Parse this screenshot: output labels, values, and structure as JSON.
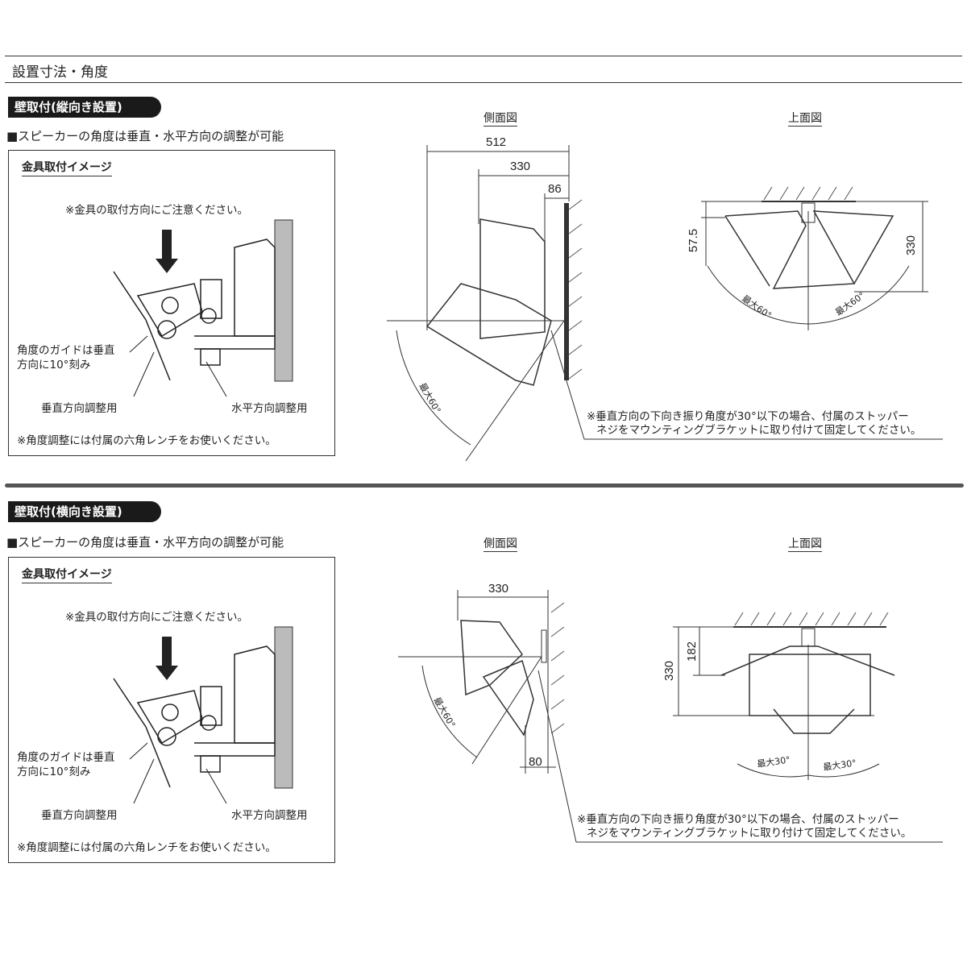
{
  "page_title": "設置寸法・角度",
  "sections": [
    {
      "heading": "壁取付(縦向き設置)",
      "note": "■スピーカーの角度は垂直・水平方向の調整が可能",
      "image_box": {
        "title": "金具取付イメージ",
        "caution": "※金具の取付方向にご注意ください。",
        "guide_line1": "角度のガイドは垂直",
        "guide_line2": "方向に10°刻み",
        "vertical_label": "垂直方向調整用",
        "horizontal_label": "水平方向調整用",
        "wrench_note": "※角度調整には付属の六角レンチをお使いください。"
      },
      "side_view": {
        "label": "側面図",
        "dim_512": "512",
        "dim_330": "330",
        "dim_86": "86",
        "angle": "最大60°"
      },
      "top_view": {
        "label": "上面図",
        "dim_57_5": "57.5",
        "dim_330": "330",
        "angle_left": "最大60°",
        "angle_right": "最大60°"
      },
      "stopper_line1": "※垂直方向の下向き振り角度が30°以下の場合、付属のストッパー",
      "stopper_line2": "ネジをマウンティングブラケットに取り付けて固定してください。"
    },
    {
      "heading": "壁取付(横向き設置)",
      "note": "■スピーカーの角度は垂直・水平方向の調整が可能",
      "image_box": {
        "title": "金具取付イメージ",
        "caution": "※金具の取付方向にご注意ください。",
        "guide_line1": "角度のガイドは垂直",
        "guide_line2": "方向に10°刻み",
        "vertical_label": "垂直方向調整用",
        "horizontal_label": "水平方向調整用",
        "wrench_note": "※角度調整には付属の六角レンチをお使いください。"
      },
      "side_view": {
        "label": "側面図",
        "dim_330": "330",
        "dim_80": "80",
        "angle": "最大60°"
      },
      "top_view": {
        "label": "上面図",
        "dim_182": "182",
        "dim_330": "330",
        "angle_left": "最大30°",
        "angle_right": "最大30°"
      },
      "stopper_line1": "※垂直方向の下向き振り角度が30°以下の場合、付属のストッパー",
      "stopper_line2": "ネジをマウンティングブラケットに取り付けて固定してください。"
    }
  ]
}
